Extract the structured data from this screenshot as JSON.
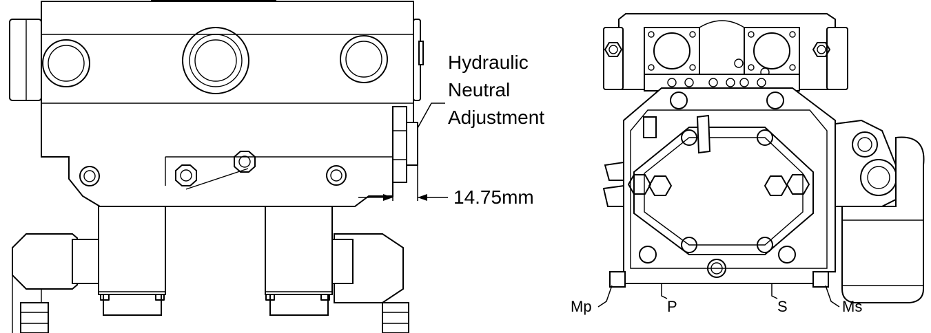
{
  "labels": {
    "neutral_line1": "Hydraulic",
    "neutral_line2": "Neutral",
    "neutral_line3": "Adjustment",
    "dimension": "14.75mm",
    "port_mp": "Mp",
    "port_p": "P",
    "port_s": "S",
    "port_ms": "Ms"
  }
}
